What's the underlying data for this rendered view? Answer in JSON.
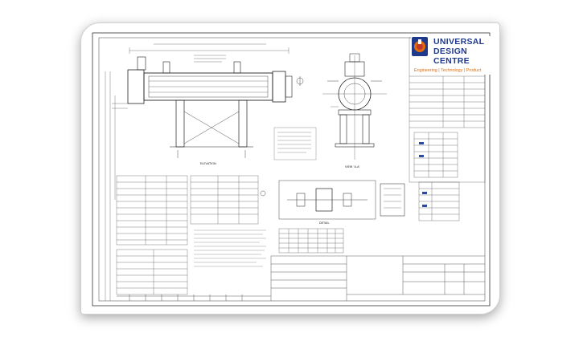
{
  "logo": {
    "line1": "UNIVERSAL",
    "line2": "DESIGN",
    "line3": "CENTRE",
    "tagline": "Engineering | Technology | Product",
    "colors": {
      "blue": "#1f3a8a",
      "orange": "#e36c0a",
      "red": "#c0392b"
    }
  },
  "drawing": {
    "view_elevation": "ELEVATION",
    "view_side": "VIEW 'A-A'",
    "view_detail": "DETAIL"
  }
}
